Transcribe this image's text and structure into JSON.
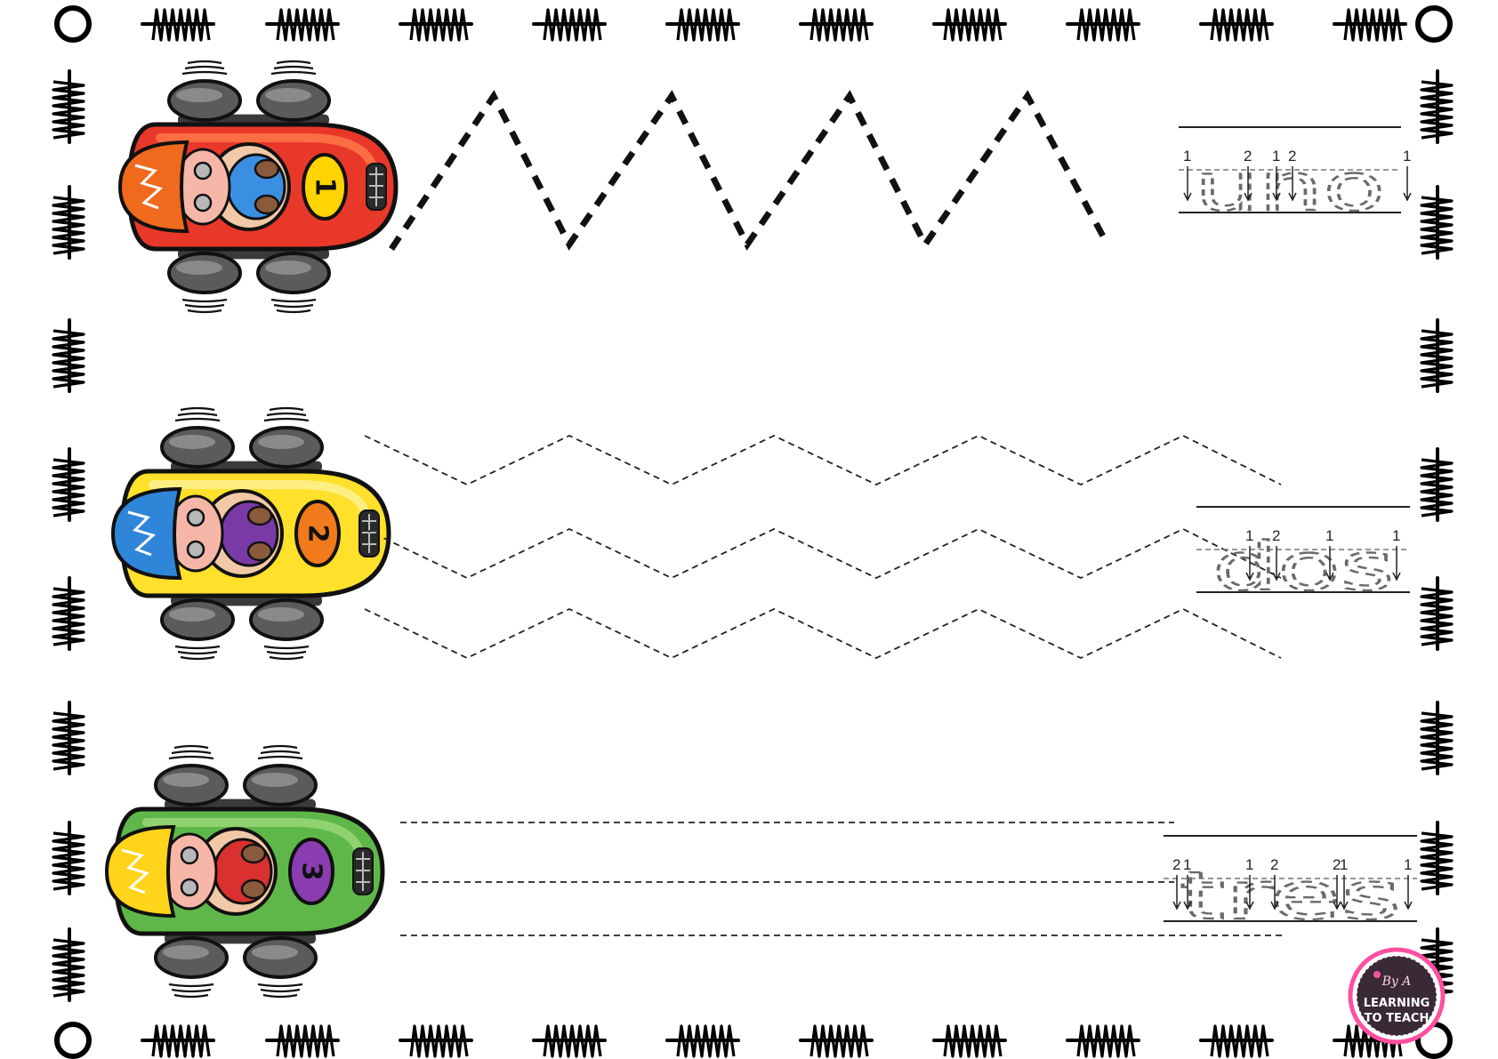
{
  "worksheet": {
    "rows": [
      {
        "word": "uno",
        "car_number": "1",
        "car_color": "#e8382a",
        "car_light": "#ff7a4a",
        "badge_color": "#ffd400",
        "number_color": "#111111",
        "helmet_color": "#f06a1d",
        "driver_shirt": "#3b8fe0",
        "line_style": "bold-zigzag",
        "stroke_hints": [
          "1",
          "2",
          "1",
          "2",
          "1"
        ]
      },
      {
        "word": "dos",
        "car_number": "2",
        "car_color": "#ffe02a",
        "car_light": "#fff29a",
        "badge_color": "#f07a1c",
        "number_color": "#111111",
        "helmet_color": "#2f86d8",
        "driver_shirt": "#7a3aa6",
        "line_style": "thin-zigzag",
        "stroke_hints": [
          "2",
          "1",
          "1",
          "1"
        ]
      },
      {
        "word": "tres",
        "car_number": "3",
        "car_color": "#5fb74a",
        "car_light": "#9ed879",
        "badge_color": "#8a3db0",
        "number_color": "#111111",
        "helmet_color": "#ffd41a",
        "driver_shirt": "#d93030",
        "line_style": "straight",
        "stroke_hints": [
          "1",
          "2",
          "1",
          "2",
          "2",
          "1",
          "1"
        ]
      }
    ]
  },
  "logo": {
    "line1": "LEARNING",
    "line2": "TO TEACH",
    "ring_color": "#ff4fa0",
    "fill_color": "#3a2a35"
  }
}
